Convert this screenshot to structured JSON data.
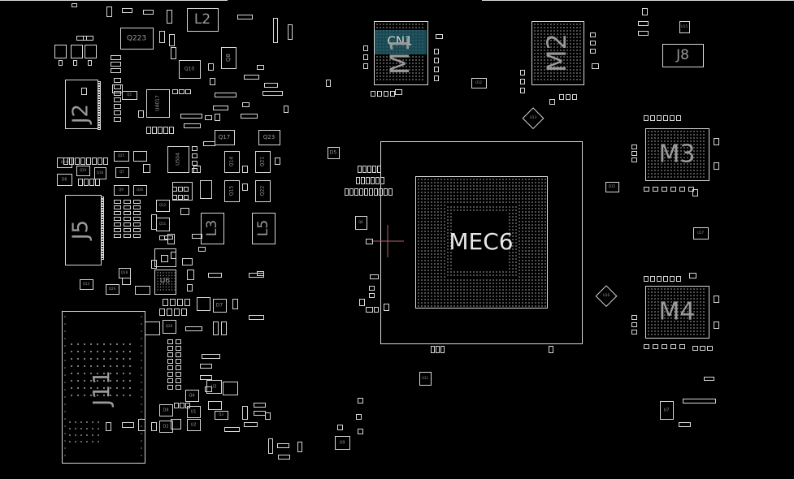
{
  "diagram": {
    "background": "#000000",
    "outline_color": "#d8d8d8",
    "label_color": "#9a9a9a",
    "chip_label_color": "#e8e8e8",
    "highlight_color": "#1f5b66",
    "highlight_text_color": "#cfcfcf",
    "crosshair_color": "#b06070"
  },
  "labels": {
    "big": {
      "L2": "L2",
      "J2": "J2",
      "J5": "J5",
      "J11": "J11",
      "L3": "L3",
      "L5": "L5",
      "M1": "M1",
      "M2": "M2",
      "M3": "M3",
      "M4": "M4",
      "J8": "J8",
      "CN1": "CN1"
    },
    "chip": "MEC6",
    "medium": {
      "Q223": "Q223",
      "Q10": "Q10",
      "Q8": "Q8",
      "U4017": "U4017",
      "U504": "U504",
      "Q17": "Q17",
      "Q23": "Q23",
      "Q14": "Q14",
      "Q21": "Q21",
      "Q15": "Q15",
      "Q22": "Q22",
      "U6": "U6",
      "D7": "D7",
      "Q1": "Q1",
      "D5": "D5"
    },
    "small": {
      "Q5": "Q5",
      "Q12": "Q12",
      "Q11": "Q11",
      "Q19": "Q19",
      "D6": "D6",
      "Q20": "Q20",
      "Q16": "Q16",
      "Q25": "Q25",
      "Q7": "Q7",
      "Q26": "Q26",
      "Q9": "Q9",
      "Q18": "Q18",
      "Q13": "Q13",
      "Q24": "Q24",
      "Q27": "Q27",
      "D8": "D8",
      "D2": "D2",
      "U2": "U2",
      "U1": "U1",
      "Q4": "Q4",
      "U3": "U3",
      "Q3": "Q3",
      "U9": "U9",
      "U11": "U11",
      "Q6": "Q6",
      "Q28": "Q28",
      "D15": "D15",
      "U15": "U15",
      "U16": "U16",
      "U13": "U13",
      "U17": "U17",
      "U12": "U12",
      "U7": "U7"
    }
  }
}
